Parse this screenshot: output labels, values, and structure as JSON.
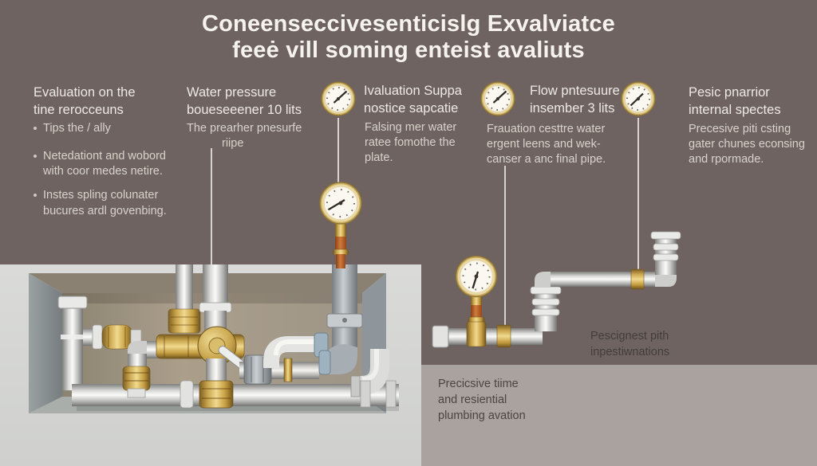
{
  "title": {
    "line1": "Coneenseccivesenticislg Exvalviatce",
    "line2": "feeė vill soming enteist avaliuts"
  },
  "columns": {
    "col1": {
      "heading1": "Evaluation on the",
      "heading2": "tine rerocceuns",
      "bullet1": "Tips the / ally",
      "bullet2a": "Netedationt and wobord",
      "bullet2b": "with coor medes netire.",
      "bullet3a": "Instes spling colunater",
      "bullet3b": "bucures ardl govenbing."
    },
    "col2": {
      "heading1": "Water pressure",
      "heading2": "boueseeener 10 lits",
      "body1": "The prearher pnesurfe",
      "body2": "riipe"
    },
    "col3": {
      "heading1": "Ivaluation Suppa",
      "heading2": "nostice sapcatie",
      "body1": "Falsing mer water",
      "body2": "ratee fomothe the",
      "body3": "plate."
    },
    "col4": {
      "heading1": "Flow pntesuure",
      "heading2": "insember 3 lits",
      "body1": "Frauation cesttre water",
      "body2": "ergent leens and wek-",
      "body3": "canser a anc final pipe."
    },
    "col5": {
      "heading1": "Pesic pnarrior",
      "heading2": "internal spectes",
      "body1": "Precesive piti csting",
      "body2": "gater chunes econsing",
      "body3": "and rpormade."
    }
  },
  "captions": {
    "pipe1": "Pescignest pith",
    "pipe2": "inpestiwnations",
    "panel1": "Precicsive tiime",
    "panel2": "and resiential",
    "panel3": "plumbing avation"
  },
  "icons": {
    "gauge": "pressure-gauge-icon"
  },
  "colors": {
    "background": "#6e6361",
    "panel": "#a9a29e",
    "title_text": "#f6f3ef",
    "heading_text": "#eee9e3",
    "body_text": "#d9d2cb",
    "caption_text": "#443e39",
    "connector_line": "#eeeae5",
    "brass": "#c9aa58",
    "orange_band": "#cf7b3b",
    "pipe_silver": "#d9d9d7"
  }
}
